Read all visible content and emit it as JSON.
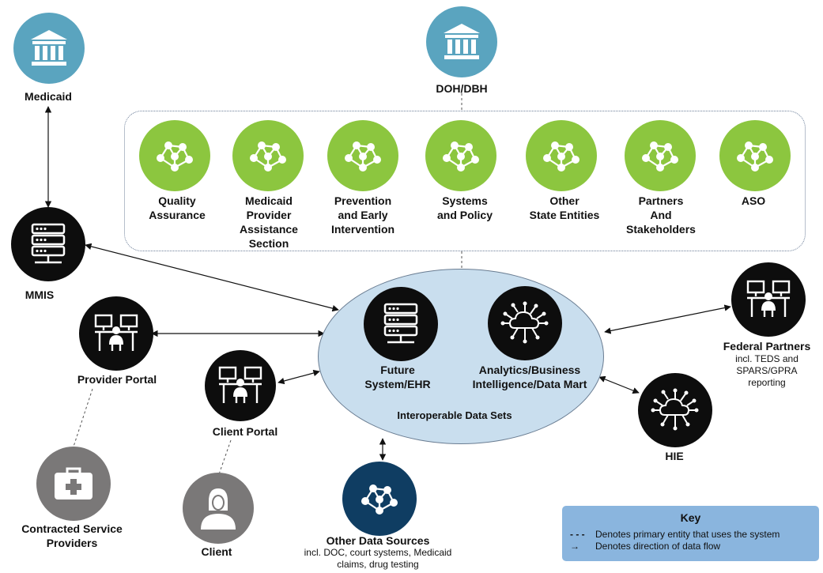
{
  "nodes": {
    "medicaid": {
      "label": "Medicaid",
      "icon": "government-building-icon"
    },
    "doh_dbh": {
      "label": "DOH/DBH",
      "icon": "government-building-icon"
    },
    "mmis": {
      "label": "MMIS",
      "icon": "server-icon"
    },
    "provider_portal": {
      "label": "Provider Portal",
      "icon": "workstation-icon"
    },
    "client_portal": {
      "label": "Client Portal",
      "icon": "workstation-icon"
    },
    "contracted": {
      "label_line1": "Contracted Service",
      "label_line2": "Providers",
      "icon": "medical-kit-icon"
    },
    "client": {
      "label": "Client",
      "icon": "person-icon"
    },
    "other_sources": {
      "label": "Other Data Sources",
      "sub_line1": "incl. DOC, court systems, Medicaid",
      "sub_line2": "claims, drug testing",
      "icon": "network-icon"
    },
    "future_system": {
      "label_line1": "Future",
      "label_line2": "System/EHR",
      "icon": "server-icon"
    },
    "analytics": {
      "label_line1": "Analytics/Business",
      "label_line2": "Intelligence/Data Mart",
      "icon": "cloud-network-icon"
    },
    "interoperable": {
      "label": "Interoperable Data Sets"
    },
    "federal": {
      "label": "Federal Partners",
      "sub_line1": "incl. TEDS and",
      "sub_line2": "SPARS/GPRA",
      "sub_line3": "reporting",
      "icon": "workstation-icon"
    },
    "hie": {
      "label": "HIE",
      "icon": "cloud-network-icon"
    }
  },
  "state_entities": [
    {
      "lines": [
        "Quality",
        "Assurance"
      ],
      "icon": "network-icon"
    },
    {
      "lines": [
        "Medicaid",
        "Provider",
        "Assistance",
        "Section"
      ],
      "icon": "network-icon"
    },
    {
      "lines": [
        "Prevention",
        "and Early",
        "Intervention"
      ],
      "icon": "network-icon"
    },
    {
      "lines": [
        "Systems",
        "and Policy"
      ],
      "icon": "network-icon"
    },
    {
      "lines": [
        "Other",
        "State Entities"
      ],
      "icon": "network-icon"
    },
    {
      "lines": [
        "Partners",
        "And",
        "Stakeholders"
      ],
      "icon": "network-icon"
    },
    {
      "lines": [
        "ASO"
      ],
      "icon": "network-icon"
    }
  ],
  "key": {
    "title": "Key",
    "dotted_symbol": "- - -",
    "dotted_text": "Denotes primary entity that uses the system",
    "arrow_symbol": "→",
    "arrow_text": "Denotes direction of data flow"
  },
  "colors": {
    "government": "#5aa4bf",
    "state_entity": "#8cc63f",
    "system": "#0d0d0d",
    "other_sources": "#0f3d62",
    "end_user": "#7a7878",
    "ellipse_fill": "#c9deee",
    "key_fill": "#8ab5de"
  }
}
